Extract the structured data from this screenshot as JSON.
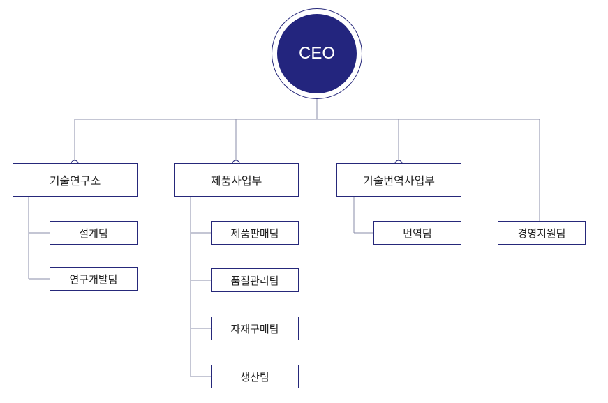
{
  "ceo": "CEO",
  "departments": [
    {
      "name": "기술연구소",
      "teams": [
        "설계팀",
        "연구개발팀"
      ]
    },
    {
      "name": "제품사업부",
      "teams": [
        "제품판매팀",
        "품질관리팀",
        "자재구매팀",
        "생산팀"
      ]
    },
    {
      "name": "기술번역사업부",
      "teams": [
        "번역팀"
      ]
    }
  ],
  "support_team": "경영지원팀",
  "colors": {
    "navy": "#23257e",
    "line": "#26287a"
  }
}
